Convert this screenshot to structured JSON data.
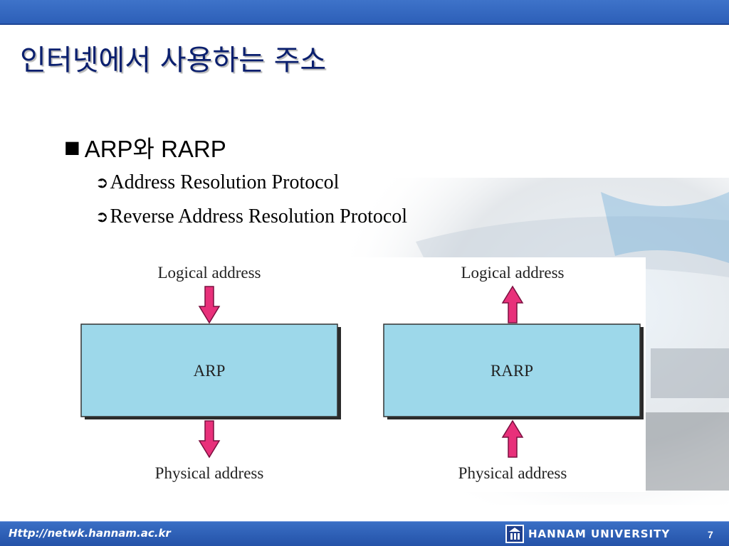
{
  "slide": {
    "title": "인터넷에서 사용하는 주소",
    "bullet": {
      "marker": "■",
      "text": "ARP와 RARP"
    },
    "sub_items": [
      {
        "marker": "➲",
        "text": "Address Resolution Protocol"
      },
      {
        "marker": "➲",
        "text": "Reverse Address Resolution Protocol"
      }
    ]
  },
  "diagram": {
    "arp": {
      "top_label": "Logical address",
      "box_label": "ARP",
      "bottom_label": "Physical address",
      "arrows": "down"
    },
    "rarp": {
      "top_label": "Logical address",
      "box_label": "RARP",
      "bottom_label": "Physical address",
      "arrows": "up"
    },
    "colors": {
      "box_fill": "#9dd8ea",
      "box_shadow": "#2a2a2a",
      "arrow_fill": "#e8307a",
      "arrow_stroke": "#7a1040"
    }
  },
  "footer": {
    "url": "Http://netwk.hannam.ac.kr",
    "university": "HANNAM  UNIVERSITY",
    "page_number": "7",
    "logo_icon": "hannam-logo-icon"
  },
  "colors": {
    "bar": "#2d5fb8",
    "title": "#0a1f6e"
  }
}
